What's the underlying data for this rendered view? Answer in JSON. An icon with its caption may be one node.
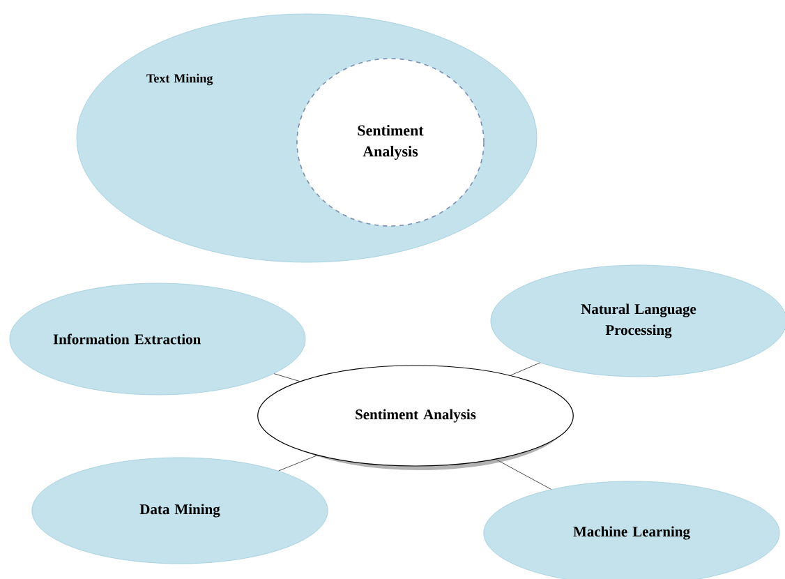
{
  "diagram": {
    "nodes": [
      {
        "text": [
          "Text Mining"
        ]
      },
      {
        "text": [
          "Sentiment Analysis"
        ],
        "in": 0
      },
      {
        "text": [
          "Information Extraction"
        ]
      },
      {
        "text": [
          "Natural Language Processing"
        ]
      },
      {
        "text": [
          "Sentiment Analysis"
        ]
      },
      {
        "text": [
          "Data Mining"
        ]
      },
      {
        "text": [
          "Machine Learning"
        ]
      }
    ],
    "edges": [
      {
        "from": 4,
        "to": 2,
        "arrow": "none"
      },
      {
        "from": 4,
        "to": 3,
        "arrow": "none"
      },
      {
        "from": 4,
        "to": 5,
        "arrow": "none"
      },
      {
        "from": 4,
        "to": 6,
        "arrow": "none"
      }
    ]
  }
}
